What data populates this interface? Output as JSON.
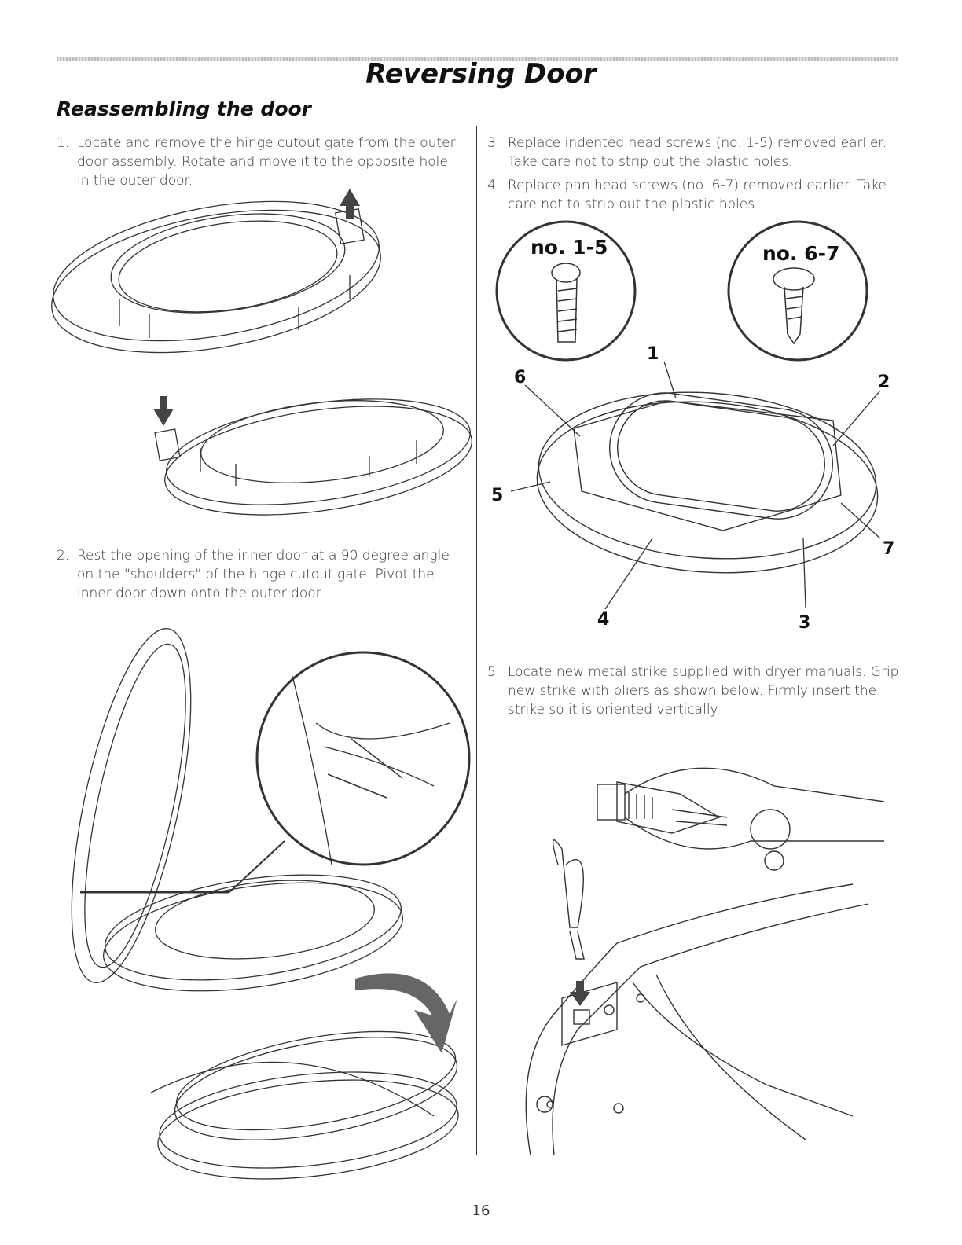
{
  "page": {
    "title": "Reversing Door",
    "section": "Reassembling the door",
    "page_number": "16"
  },
  "steps": [
    {
      "num": "1.",
      "text": "Locate and remove the hinge cutout gate from the outer door assembly. Rotate and move it to the opposite hole in the outer door."
    },
    {
      "num": "2.",
      "text": "Rest the opening of the inner door at a 90 degree angle on the \"shoulders\" of the hinge cutout gate. Pivot the inner door down onto the outer door."
    },
    {
      "num": "3.",
      "text": "Replace indented head screws (no. 1-5) removed earlier. Take care not to strip out the plastic holes."
    },
    {
      "num": "4.",
      "text": "Replace pan head screws (no. 6-7) removed earlier. Take care not to strip out the plastic holes."
    },
    {
      "num": "5.",
      "text": "Locate new metal strike supplied with dryer manuals. Grip new strike with pliers as shown below. Firmly insert the strike so it is oriented vertically."
    }
  ],
  "screw_labels": {
    "indented": "no. 1-5",
    "pan": "no. 6-7"
  },
  "callouts": [
    "1",
    "2",
    "3",
    "4",
    "5",
    "6",
    "7"
  ]
}
